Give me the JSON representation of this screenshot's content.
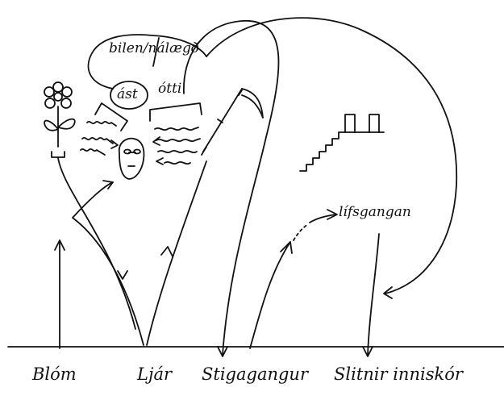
{
  "labels": {
    "closeness": "bilen/nálægð",
    "love": "ást",
    "fear": "ótti",
    "life_journey": "lífsgangan"
  },
  "bottom_labels": {
    "flower": "Blóm",
    "scythe": "Ljár",
    "staircase": "Stigagangur",
    "shoes": "Slitnir inniskór"
  }
}
